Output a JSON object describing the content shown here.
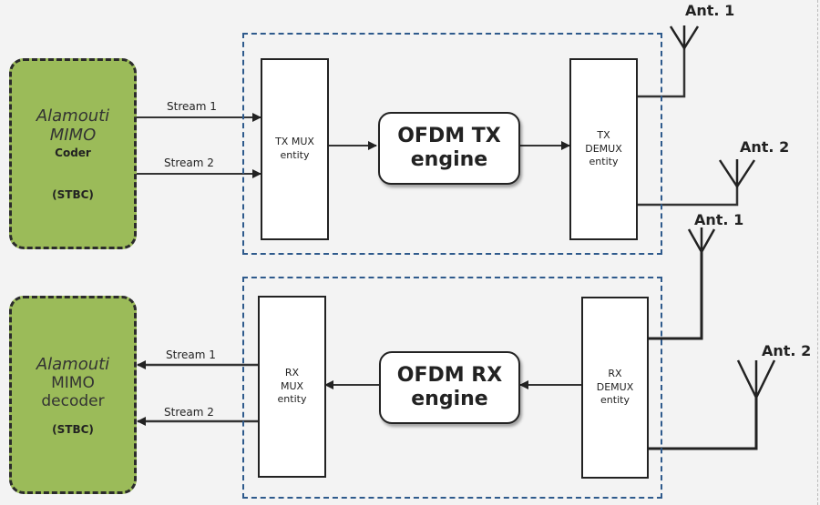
{
  "transmitter": {
    "coder": {
      "line1": "Alamouti",
      "line2": "MIMO",
      "line3": "Coder",
      "line4": "(STBC)"
    },
    "streams": [
      "Stream 1",
      "Stream 2"
    ],
    "mux": {
      "line1": "TX MUX",
      "line2": "entity"
    },
    "engine": {
      "line1": "OFDM TX",
      "line2": "engine"
    },
    "demux": {
      "line1": "TX",
      "line2": "DEMUX",
      "line3": "entity"
    },
    "antennas": [
      "Ant. 1",
      "Ant. 2"
    ]
  },
  "receiver": {
    "decoder": {
      "line1": "Alamouti",
      "line2": "MIMO",
      "line3": "decoder",
      "line4": "(STBC)"
    },
    "streams": [
      "Stream 1",
      "Stream 2"
    ],
    "mux": {
      "line1": "RX",
      "line2": "MUX",
      "line3": "entity"
    },
    "engine": {
      "line1": "OFDM RX",
      "line2": "engine"
    },
    "demux": {
      "line1": "RX",
      "line2": "DEMUX",
      "line3": "entity"
    },
    "antennas": [
      "Ant. 1",
      "Ant. 2"
    ]
  },
  "colors": {
    "coder_fill": "#9bbb59",
    "group_border": "#2e5a8c",
    "line": "#222222"
  }
}
